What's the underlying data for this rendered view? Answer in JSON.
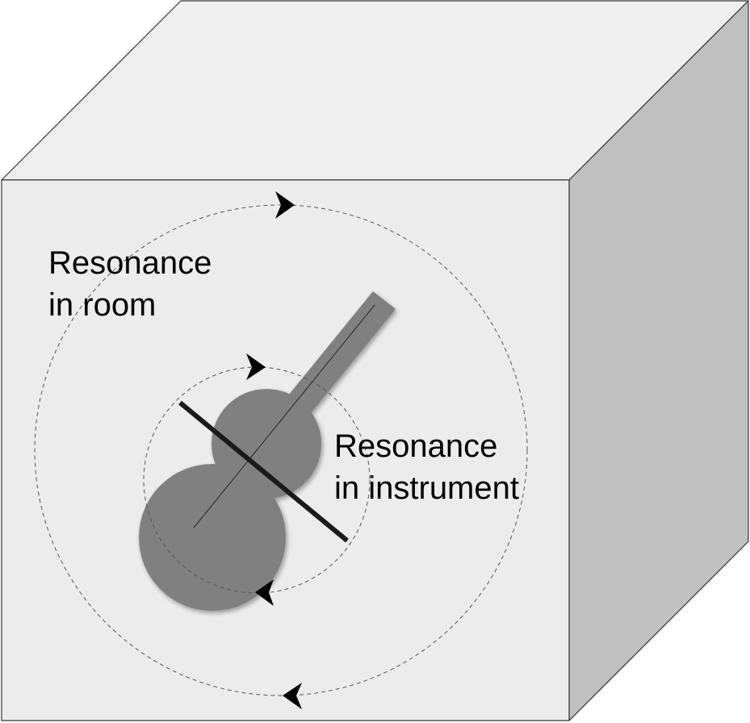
{
  "labels": {
    "room_line1": "Resonance",
    "room_line2": "in room",
    "instrument_line1": "Resonance",
    "instrument_line2": "in instrument"
  },
  "colors": {
    "cube_front": "#ececec",
    "cube_top": "#efefef",
    "cube_side": "#c0c0c0",
    "cube_edge": "#333333",
    "instrument": "#808080",
    "bridge": "#1a1a1a",
    "string": "#222222",
    "dashed_path": "#555555",
    "arrow": "#000000"
  },
  "icons": {
    "instrument": "guitar-icon",
    "direction": "arrowhead-icon"
  }
}
